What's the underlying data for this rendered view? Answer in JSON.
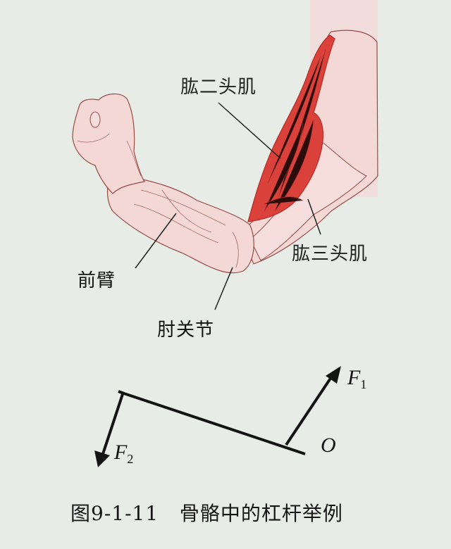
{
  "figure": {
    "labels": {
      "biceps": "肱二头肌",
      "triceps": "肱三头肌",
      "forearm": "前臂",
      "elbow_joint": "肘关节"
    },
    "lever_diagram": {
      "force_1": "F",
      "force_1_sub": "1",
      "force_2": "F",
      "force_2_sub": "2",
      "fulcrum": "O"
    },
    "caption": "图9-1-11   骨骼中的杠杆举例"
  },
  "colors": {
    "background": "#e7ece7",
    "skin": "#f4d8d6",
    "skin_outline": "#9a4a44",
    "muscle": "#d9413a",
    "muscle_dark": "#b52c27",
    "ink": "#141414"
  }
}
